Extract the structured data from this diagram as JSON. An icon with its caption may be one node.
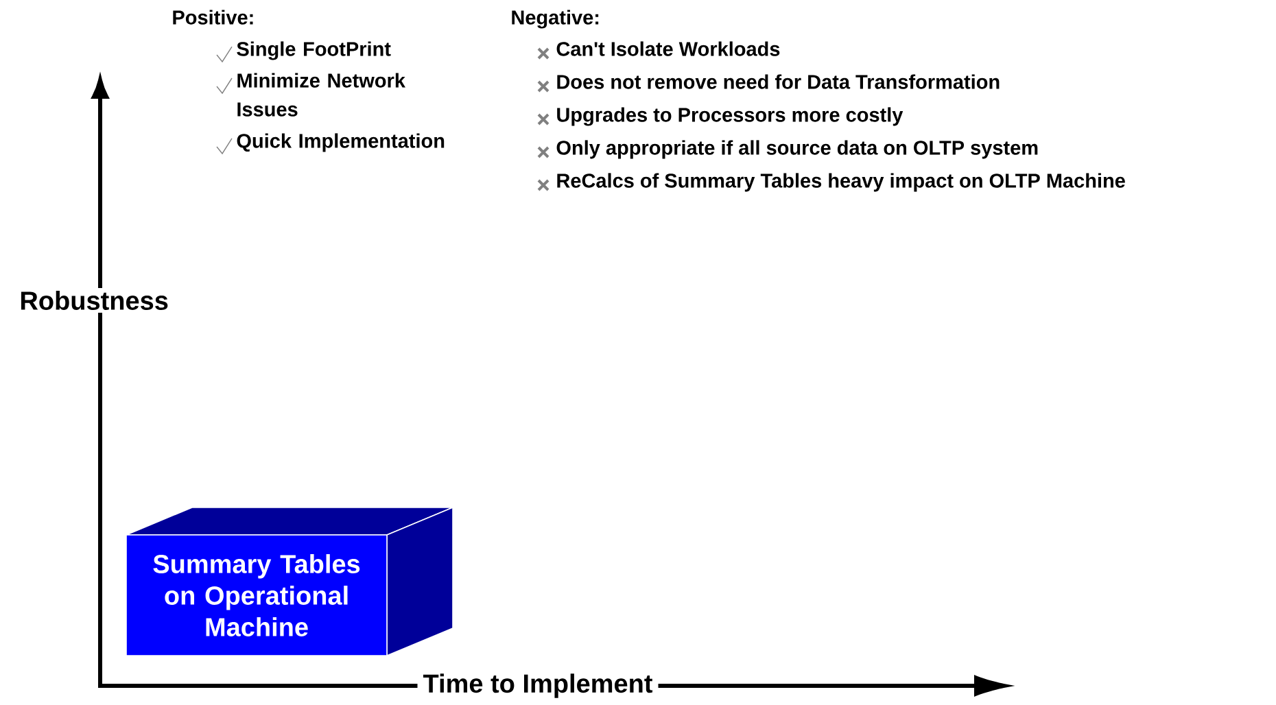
{
  "diagram": {
    "nodes": [
      {
        "text": [
          "Summary Tables on Operational Machine"
        ]
      }
    ],
    "edges": [],
    "labels": [
      "Positive:",
      "Single FootPrint",
      "Minimize Network Issues",
      "Quick Implementation",
      "Negative:",
      "Can't Isolate Workloads",
      "Does not remove need for Data Transformation",
      "Upgrades to Processors more costly",
      "Only appropriate if all source data on OLTP system",
      "ReCalcs of Summary Tables heavy impact on OLTP Machine",
      "Robustness",
      "Time to Implement"
    ]
  }
}
